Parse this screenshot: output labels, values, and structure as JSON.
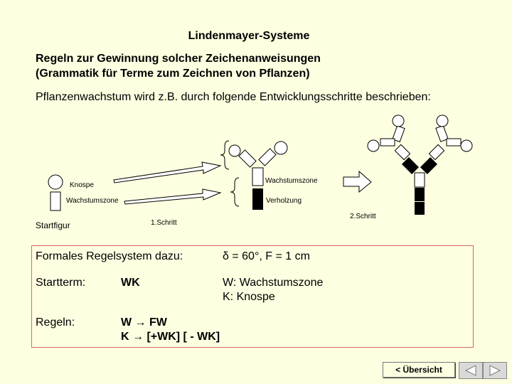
{
  "title": "Lindenmayer-Systeme",
  "subtitle": {
    "line1": "Regeln zur Gewinnung solcher Zeichenanweisungen",
    "line2": "(Grammatik für Terme zum Zeichnen von Pflanzen)"
  },
  "intro": "Pflanzenwachstum wird z.B. durch folgende Entwicklungsschritte beschrieben:",
  "diagram": {
    "knospe": "Knospe",
    "wachstumszone_left": "Wachstumszone",
    "startfigur": "Startfigur",
    "schritt1": "1.Schritt",
    "wachstumszone_right": "Wachstumszone",
    "verholzung": "Verholzung",
    "schritt2": "2.Schritt"
  },
  "rules": {
    "header": "Formales Regelsystem dazu:",
    "params": "δ = 60°, F = 1 cm",
    "startterm_label": "Startterm:",
    "startterm_value": "WK",
    "legend_w": "W: Wachstumszone",
    "legend_k": "K: Knospe",
    "regeln_label": "Regeln:",
    "rule1": "W → FW",
    "rule2": "K → [+WK] [ - WK]"
  },
  "nav": {
    "overview": "< Übersicht",
    "prev_icon": "triangle-left-icon",
    "next_icon": "triangle-right-icon"
  },
  "colors": {
    "background": "#fefee1",
    "box_border": "#d36a5a"
  }
}
